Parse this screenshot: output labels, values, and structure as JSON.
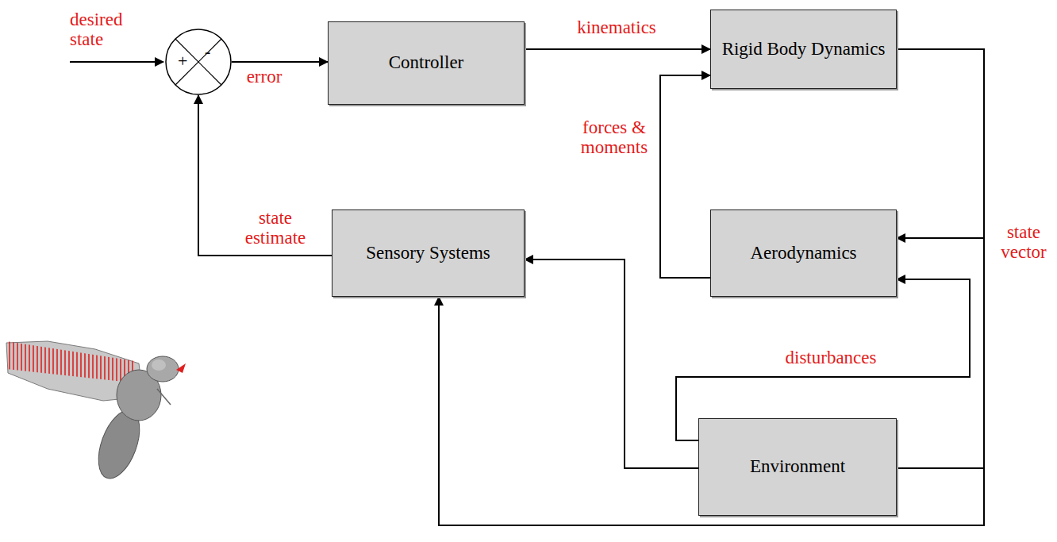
{
  "diagram": {
    "nodes": [
      {
        "text": [
          "+",
          "-"
        ]
      },
      {
        "text": [
          "Controller"
        ]
      },
      {
        "text": [
          "Rigid Body Dynamics"
        ]
      },
      {
        "text": [
          "Sensory Systems"
        ]
      },
      {
        "text": [
          "Aerodynamics"
        ]
      },
      {
        "text": [
          "Environment"
        ]
      }
    ],
    "edges": [
      {
        "from": 0,
        "to": 1,
        "arrow": "to",
        "label": "error"
      },
      {
        "from": 1,
        "to": 2,
        "arrow": "to",
        "label": "kinematics"
      },
      {
        "from": 4,
        "to": 2,
        "arrow": "to",
        "label": "forces & moments"
      },
      {
        "from": 2,
        "to": 4,
        "arrow": "to",
        "label": "state vector"
      },
      {
        "from": 2,
        "to": 3,
        "arrow": "to"
      },
      {
        "from": 5,
        "to": 4,
        "arrow": "to",
        "label": "disturbances"
      },
      {
        "from": 5,
        "to": 3,
        "arrow": "to"
      },
      {
        "from": 3,
        "to": 0,
        "arrow": "to",
        "label": "state estimate"
      }
    ],
    "labels": [
      "desired state"
    ]
  }
}
